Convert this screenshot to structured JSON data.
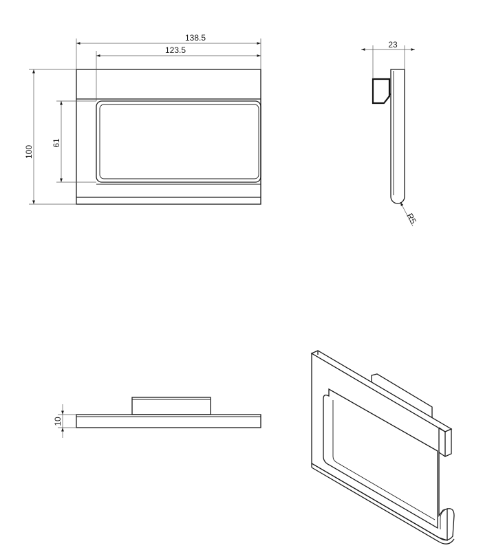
{
  "dimensions": {
    "overall_width": "138.5",
    "inner_width": "123.5",
    "overall_height": "100",
    "inner_height": "61",
    "depth": "23",
    "radius": "R5",
    "thickness": "10"
  }
}
